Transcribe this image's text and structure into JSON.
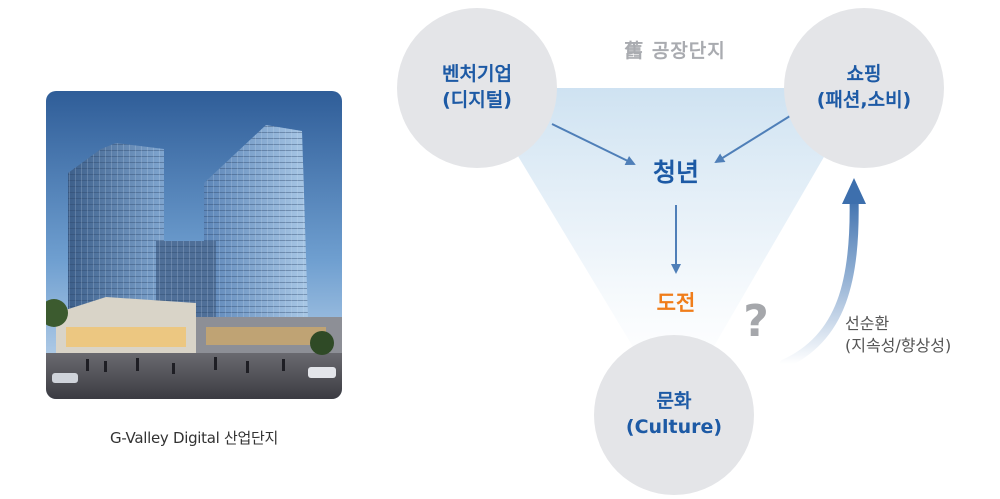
{
  "photo": {
    "caption": "G-Valley Digital 산업단지"
  },
  "diagram": {
    "nodes": {
      "venture": {
        "line1": "벤처기업",
        "line2": "(디지털)"
      },
      "shopping": {
        "line1": "쇼핑",
        "line2": "(패션,소비)"
      },
      "culture": {
        "line1": "문화",
        "line2": "(Culture)"
      }
    },
    "old_factory": "舊 공장단지",
    "youth": "청년",
    "challenge": "도전",
    "question": "?",
    "circulation": {
      "line1": "선순환",
      "line2": "(지속성/향상성)"
    }
  },
  "colors": {
    "node_text": "#1d5aa5",
    "node_fill": "#e4e5e8",
    "challenge": "#f07d1a",
    "arrow": "#4f7fb8",
    "muted": "#a9abb0"
  }
}
